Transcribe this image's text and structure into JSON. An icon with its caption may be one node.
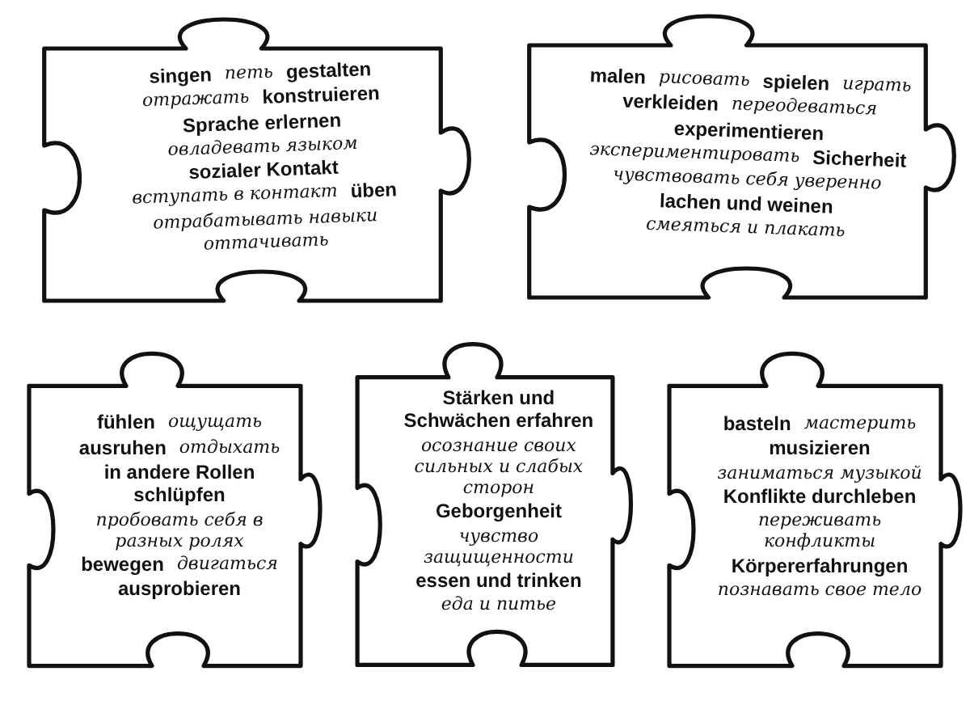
{
  "diagram": {
    "nodes": [
      {
        "text": [
          "singen",
          "петь",
          "gestalten",
          "отражать",
          "konstruieren",
          "Sprache erlernen",
          "овладевать языком",
          "sozialer Kontakt",
          "вступать в контакт",
          "üben",
          "отрабатывать навыки",
          "оттачивать"
        ]
      },
      {
        "text": [
          "malen",
          "рисовать",
          "spielen",
          "играть",
          "verkleiden",
          "переодеваться",
          "experimentieren",
          "экспериментировать",
          "Sicherheit",
          "чувствовать себя уверенно",
          "lachen und weinen",
          "смеяться и плакать"
        ]
      },
      {
        "text": [
          "fühlen",
          "ощущать",
          "ausruhen",
          "отдыхать",
          "in andere Rollen schlüpfen",
          "пробовать себя в разных ролях",
          "bewegen",
          "двигаться",
          "ausprobieren"
        ]
      },
      {
        "text": [
          "Stärken und Schwächen erfahren",
          "осознание своих сильных и слабых сторон",
          "Geborgenheit",
          "чувство защищенности",
          "essen und trinken",
          "еда и питье"
        ]
      },
      {
        "text": [
          "basteln",
          "мастерить",
          "musizieren",
          "заниматься музыкой",
          "Konflikte durchleben",
          "переживать конфликты",
          "Körpererfahrungen",
          "познавать свое тело"
        ]
      }
    ]
  }
}
